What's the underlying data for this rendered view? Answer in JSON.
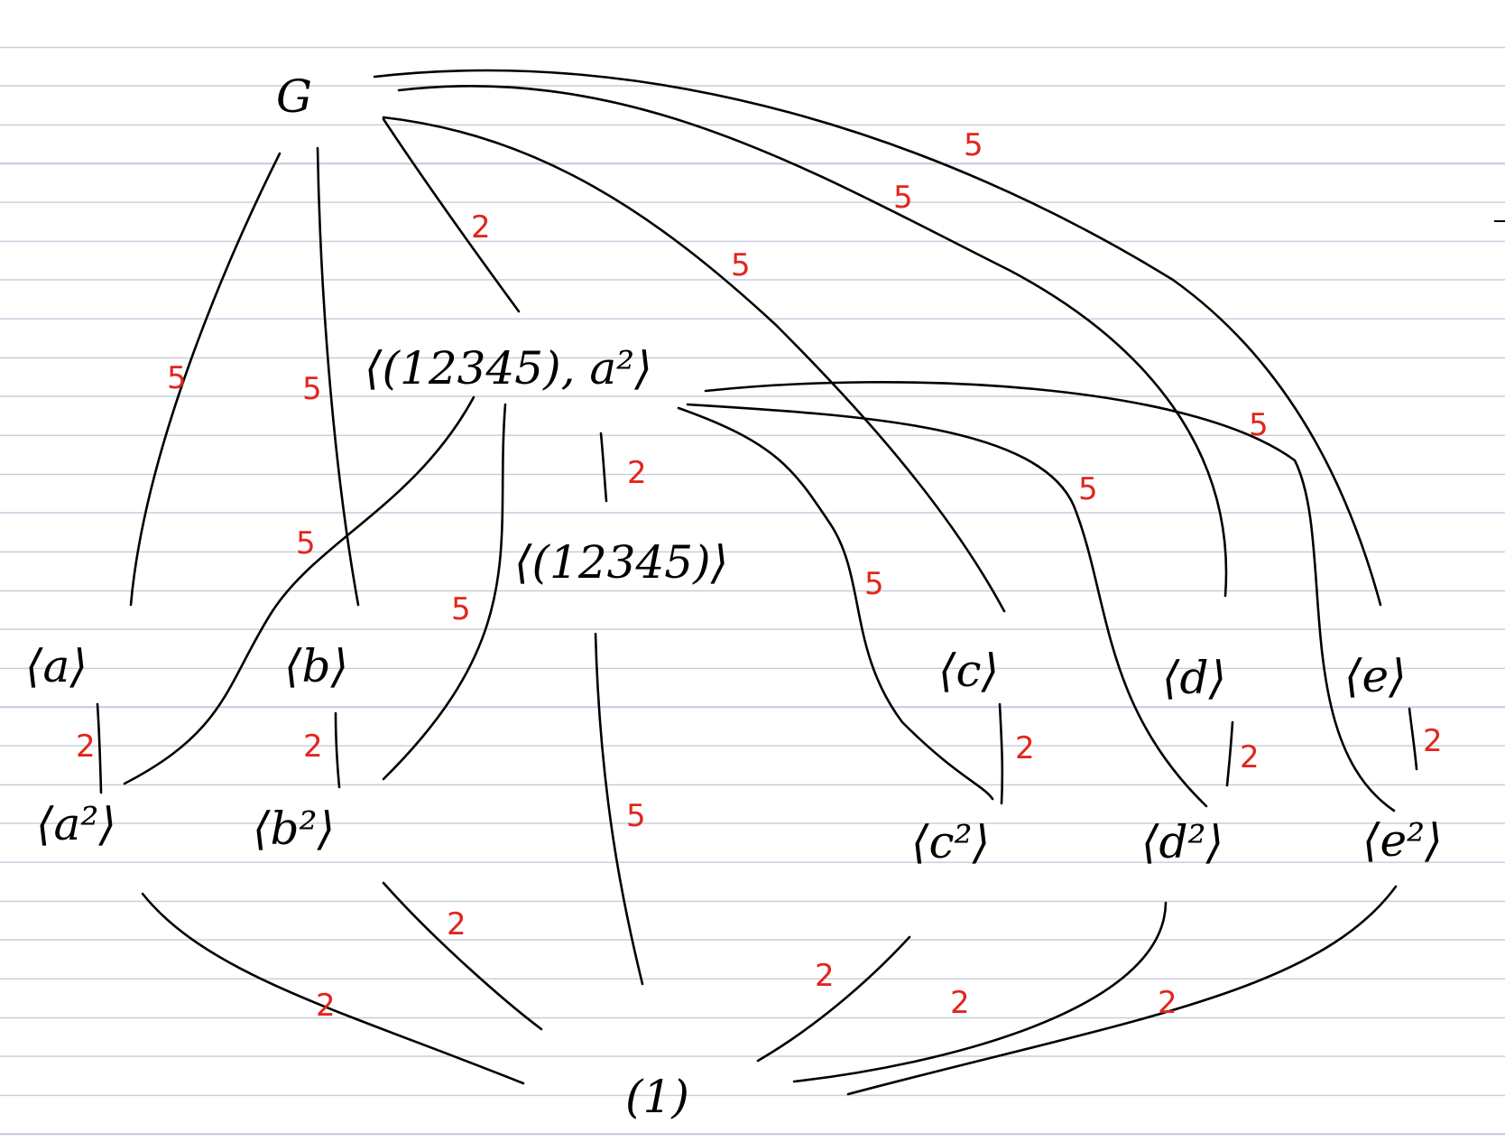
{
  "diagram": {
    "kind": "subgroup lattice",
    "colors": {
      "line": "#000000",
      "index_label": "#e3251c",
      "ruling": "#c3cddd"
    },
    "nodes": {
      "G": "G",
      "H10": "⟨(12345), a²⟩",
      "C5": "⟨(12345)⟩",
      "a": "⟨a⟩",
      "b": "⟨b⟩",
      "c": "⟨c⟩",
      "d": "⟨d⟩",
      "e": "⟨e⟩",
      "a2": "⟨a²⟩",
      "b2": "⟨b²⟩",
      "c2": "⟨c²⟩",
      "d2": "⟨d²⟩",
      "e2": "⟨e²⟩",
      "one": "(1)"
    },
    "edges": [
      {
        "from": "G",
        "to": "H10",
        "index": "2"
      },
      {
        "from": "G",
        "to": "a",
        "index": "5"
      },
      {
        "from": "G",
        "to": "b",
        "index": "5"
      },
      {
        "from": "G",
        "to": "c",
        "index": "5"
      },
      {
        "from": "G",
        "to": "d",
        "index": "5"
      },
      {
        "from": "G",
        "to": "e",
        "index": "5"
      },
      {
        "from": "H10",
        "to": "C5",
        "index": "2"
      },
      {
        "from": "H10",
        "to": "a2",
        "index": "5"
      },
      {
        "from": "H10",
        "to": "b2",
        "index": "5"
      },
      {
        "from": "H10",
        "to": "c2",
        "index": "5"
      },
      {
        "from": "H10",
        "to": "d2",
        "index": "5"
      },
      {
        "from": "H10",
        "to": "e2",
        "index": "5"
      },
      {
        "from": "a",
        "to": "a2",
        "index": "2"
      },
      {
        "from": "b",
        "to": "b2",
        "index": "2"
      },
      {
        "from": "c",
        "to": "c2",
        "index": "2"
      },
      {
        "from": "d",
        "to": "d2",
        "index": "2"
      },
      {
        "from": "e",
        "to": "e2",
        "index": "2"
      },
      {
        "from": "C5",
        "to": "one",
        "index": "5"
      },
      {
        "from": "a2",
        "to": "one",
        "index": "2"
      },
      {
        "from": "b2",
        "to": "one",
        "index": "2"
      },
      {
        "from": "c2",
        "to": "one",
        "index": "2"
      },
      {
        "from": "d2",
        "to": "one",
        "index": "2"
      },
      {
        "from": "e2",
        "to": "one",
        "index": "2"
      }
    ]
  }
}
